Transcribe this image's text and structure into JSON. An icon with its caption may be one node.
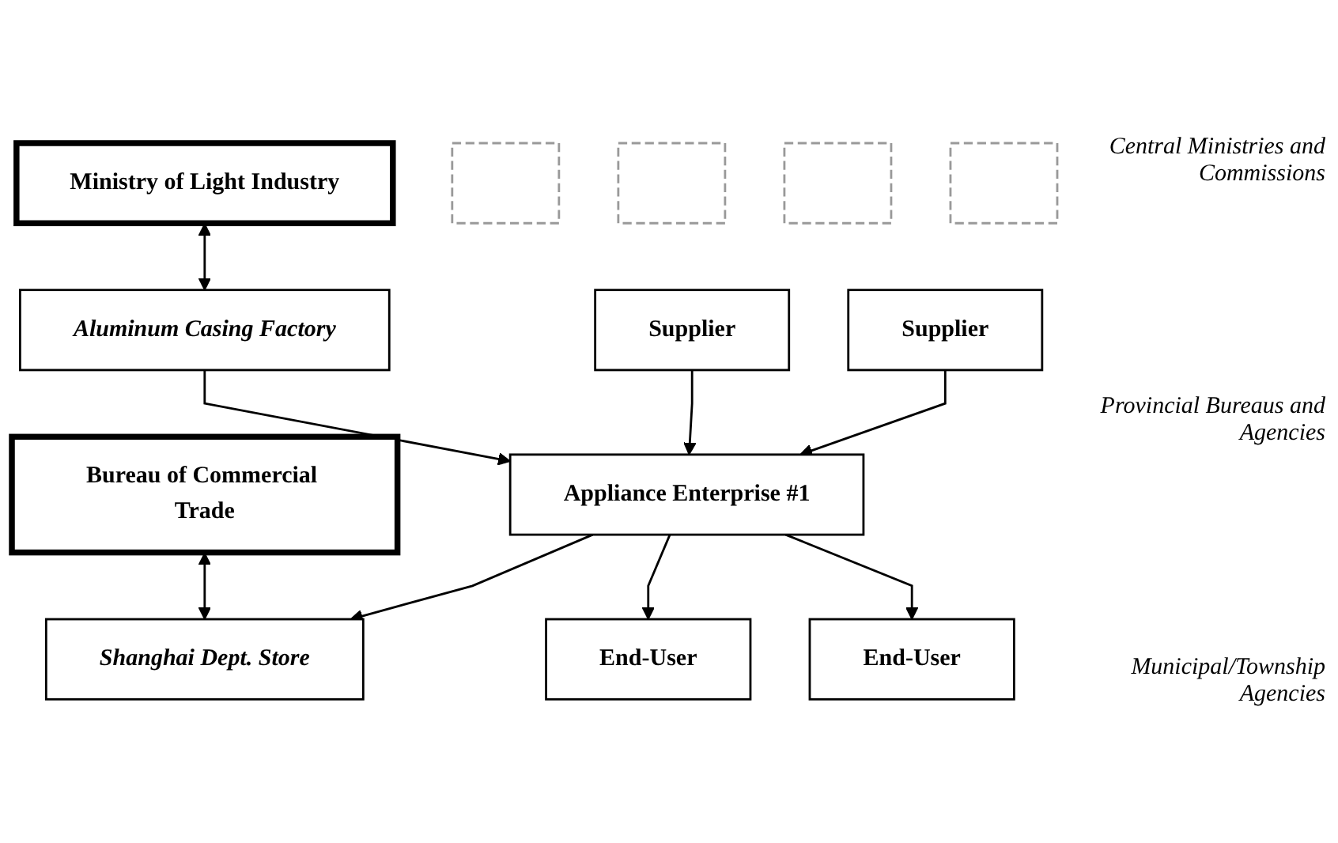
{
  "diagram": {
    "nodes": [
      {
        "text": [
          "Ministry of Light Industry"
        ]
      },
      {
        "text": [],
        "shape": "box"
      },
      {
        "text": [],
        "shape": "box"
      },
      {
        "text": [],
        "shape": "box"
      },
      {
        "text": [],
        "shape": "box"
      },
      {
        "text": [
          "Bureau of Commercial Trade"
        ]
      },
      {
        "text": [
          "Aluminum Casing Factory"
        ]
      },
      {
        "text": [
          "Supplier"
        ]
      },
      {
        "text": [
          "Supplier"
        ]
      },
      {
        "text": [
          "Appliance Enterprise #1"
        ]
      },
      {
        "text": [
          "End-User"
        ]
      },
      {
        "text": [
          "End-User"
        ]
      },
      {
        "text": [
          "Shanghai Dept. Store"
        ]
      }
    ],
    "edges": [
      {
        "from": 0,
        "to": 6,
        "arrow": "both"
      },
      {
        "from": 5,
        "to": 12,
        "arrow": "both"
      },
      {
        "from": 6,
        "to": 9,
        "arrow": "to"
      },
      {
        "from": 7,
        "to": 9,
        "arrow": "to"
      },
      {
        "from": 8,
        "to": 9,
        "arrow": "to"
      },
      {
        "from": 9,
        "to": 10,
        "arrow": "to"
      },
      {
        "from": 9,
        "to": 11,
        "arrow": "to"
      },
      {
        "from": 9,
        "to": 12,
        "arrow": "to"
      }
    ],
    "labels": [
      "Central Ministries and Commissions",
      "Provincial Bureaus and Agencies",
      "Municipal/Township Agencies"
    ]
  }
}
